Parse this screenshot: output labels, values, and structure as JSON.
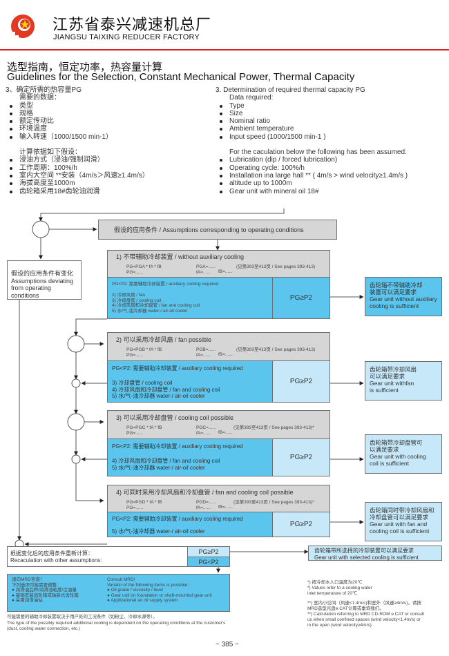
{
  "header": {
    "company_cn": "江苏省泰兴减速机总厂",
    "company_en": "JIANGSU TAIXING REDUCER FACTORY",
    "logo_icon": "gear-star-logo-icon",
    "accent_color": "#e0231b"
  },
  "title": {
    "cn": "选型指南，恒定功率，热容量计算",
    "en": "Guidelines for the Selection, Constant Mechanical Power, Thermal Capacity"
  },
  "left_col": {
    "heading": "3、确定所需的热容量PG",
    "sub": "需要的数据：",
    "items": [
      "类型",
      "规格",
      "额定传动比",
      "环境温度",
      "输入转速（1000/1500 min-1）"
    ],
    "assume_heading": "计算依据如下假设：",
    "assume_items": [
      "浸油方式（浸油/强制润滑）",
      "工作周期：100%/h",
      "室内大空间 **安装（4m/s＞风速≥1.4m/s）",
      "海拔高度至1000m",
      "齿轮箱采用18#齿轮油润滑"
    ]
  },
  "right_col": {
    "heading": "3. Determination of required thermal capacity PG",
    "sub": "Data required:",
    "items": [
      "Type",
      "Size",
      "Nominal ratio",
      "Ambient temperature",
      "Input speed  (1000/1500 min-1 )"
    ],
    "assume_heading": "For the caculation below the following has been assumed:",
    "assume_items": [
      "Lubrication (dip / forced lubrication)",
      "Operating cycle: 100%/h",
      "Installation ina large hall ** ( 4m/s > wind velocity≥1.4m/s )",
      "altitude up to 1000m",
      "Gear unit with mineral oil 18#"
    ]
  },
  "flow": {
    "assumptions_box": "假设的应用条件 / Assumptions corresponding to operating conditions",
    "deviating_box": [
      "假设的应用条件有变化",
      "Assumptions deviating",
      "from operating conditions"
    ],
    "cases": [
      {
        "title": "1) 不带辅助冷却装置 / without auxiliary cooling",
        "formula": "PG=PGA * fA * fB",
        "pg": "PG=......",
        "pgx": "PGA=......",
        "fa": "fA=......",
        "fb": "fB=......",
        "ref": "(见第393至413页 / See pages 393-413)",
        "required": "PG<P2: 需要辅助冷却装置 / auxiliary cooling required",
        "options": [
          "2) 冷却风扇 / fan",
          "3) 冷却盘管 / cooling coil",
          "4) 冷却风扇和冷却盘管 / fan and cooling coil",
          "5) 水/气-油冷却器 water-/ air-oil cooler"
        ],
        "condition": "PG≥P2",
        "result": [
          "齿轮箱不带辅助冷却",
          "装置可以满足要求",
          "Gear unit without auxiliary",
          "cooling is sufficient"
        ]
      },
      {
        "title": "2) 可以采用冷却风扇 / fan possible",
        "formula": "PG=PGB * fA * fB",
        "pg": "PG=......",
        "pgx": "PGB=......",
        "fa": "fA=......",
        "fb": "fB=......",
        "ref": "(见第393至413页 / See pages 393-413)",
        "required": "PG<P2: 需要辅助冷却装置 / auxiliary cooling required",
        "options": [
          "3) 冷却盘管 / cooling coil",
          "4) 冷却风扇和冷却盘管 / fan and cooling coil",
          "5) 水/气-油冷却器 water-/ air-oil cooler"
        ],
        "condition": "PG≥P2",
        "result": [
          "齿轮箱带冷却风扇",
          "可以满足要求",
          "Gear unit withfan",
          "is sufficient"
        ]
      },
      {
        "title": "3) 可以采用冷却盘管 / cooling coil possible",
        "formula": "PG=PGC * fA * fB",
        "pg": "PG=......",
        "pgx": "PGC=......",
        "fa": "fA=......",
        "fb": "fB=......",
        "ref": "(见第393至413页 / See pages 393-413)*",
        "required": "PG<P2: 需要辅助冷却装置 / auxiliary cooling required",
        "options": [
          "4) 冷却风扇和冷却盘管 / fan and cooling coil",
          "5) 水/气-油冷却器 water-/ air-oil cooler"
        ],
        "condition": "PG≥P2",
        "result": [
          "齿轮箱带冷却盘管可",
          "以满足要求",
          "Gear unit with cooling",
          "coil is sufficient"
        ]
      },
      {
        "title": "4) 可同时采用冷却风扇和冷却盘管 / fan and cooling coil possible",
        "formula": "PG=PGD * fA * fB",
        "pg": "PG=......",
        "pgx": "PGD=......",
        "fa": "fA=......",
        "fb": "fB=......",
        "ref": "(见第393至413页 / See pages 393-413)*",
        "required": "PG<P2: 需要辅助冷却装置 / auxiliary cooling required",
        "options": [
          "5) 水/气-油冷却器 water-/ air-oil cooler"
        ],
        "condition": "PG≥P2",
        "result": [
          "齿轮箱同时带冷却风扇和",
          "冷却盘管可以满足要求",
          "Gear unit with fan and",
          "cooling coil is sufficient"
        ]
      }
    ],
    "recalc": [
      "根据变化后的应用条件重新计算：",
      "Recaculation with other assumptions:"
    ],
    "recalc_ge": "PG≥P2",
    "recalc_lt": "PG<P2",
    "selected_result": [
      "齿轮箱带所选择的冷却装置可以满足要求",
      "Gear unit with selected cooling is sufficient"
    ],
    "consult_cn": {
      "title": "请向MRD咨询！",
      "sub": "下列选项可能需要调整",
      "items": [
        "润滑油品种/润滑油粘度/注油量",
        "基础安装齿轮箱或轴装式齿轮箱",
        "采用润滑油站"
      ]
    },
    "consult_en": {
      "title": "Consult MRD!",
      "sub": "Variatin of the following items is possible:",
      "items": [
        "Oil grade / viscosity / level",
        "Gear unit on foundation or shaft-mounted gear unit",
        "Applicational an oil supply system"
      ]
    }
  },
  "footer": {
    "note_cn": "可能需要的辅助冷却装置取决于用户处的工况条件（如粉尘、冷却水源等）。",
    "note_en": [
      "The type of the possibly required additional cooling is dependent on the operating conditions at the customer's",
      "(dust, cooling water connection, etc.)"
    ],
    "star1_cn": "*) 按冷却水入口温度为20℃",
    "star1_en": [
      "*) Values refer to a cooling water",
      "inlet temperature of 20℃"
    ],
    "star2_cn": [
      "**) 室内小空间（风速<1.4m/s)和室外（风速≥4m/s)，请按",
      "MRD选型光盘e.CAT计算或垂询我们。"
    ],
    "star2_en": [
      "**) Calculation referring to MRD CD-ROM e.CAT or consult",
      "us when small confined spaces (wind velocity<1.4m/s) or",
      "in the open (wind velocity≥4m/s)"
    ],
    "page_number": "~ 385 ~"
  }
}
